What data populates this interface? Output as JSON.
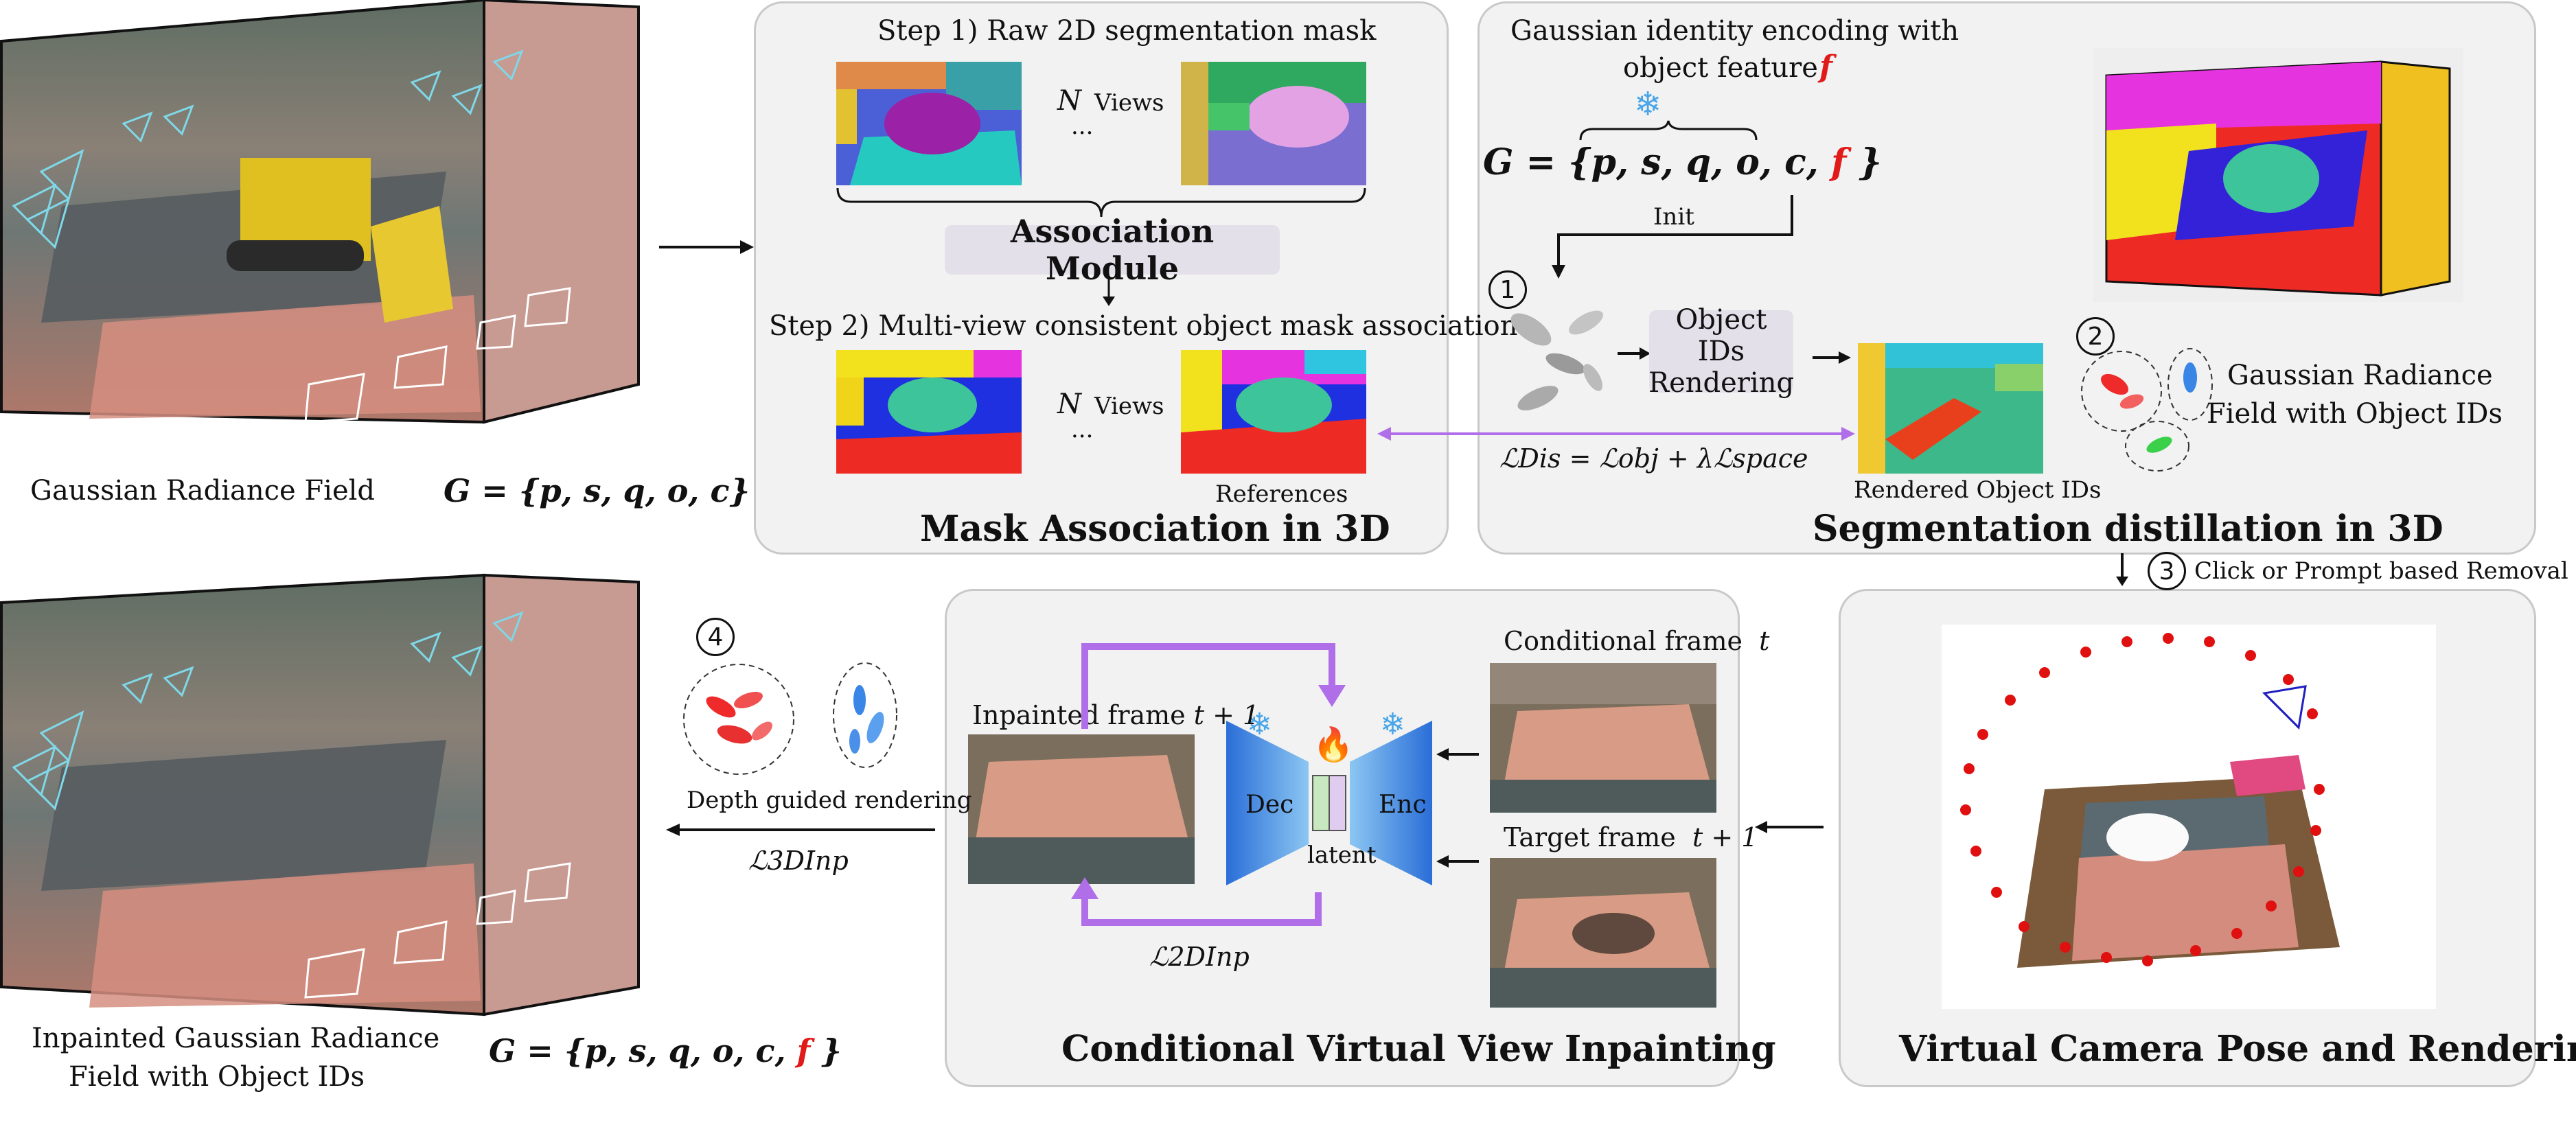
{
  "left_top": {
    "caption": "Gaussian Radiance Field",
    "formula": "G = {p, s, q, o, c}"
  },
  "left_bottom": {
    "caption_line1": "Inpainted Gaussian Radiance",
    "caption_line2": "Field with Object IDs",
    "formula_prefix": "G = {p, s, q, o, c, ",
    "formula_f": "f",
    "formula_suffix": " }"
  },
  "mask_panel": {
    "step1": "Step 1) Raw 2D segmentation mask",
    "n_views": "N",
    "views_word": "Views",
    "ellipsis": "···",
    "association_module": "Association Module",
    "step2": "Step 2) Multi-view consistent object mask association",
    "references": "References",
    "title": "Mask Association in 3D"
  },
  "seg_panel": {
    "encoding_line1": "Gaussian identity encoding with",
    "encoding_line2": "object feature",
    "f": "f",
    "g_formula": "G = {p, s, q, o, c, ",
    "g_f": "f",
    "g_close": " }",
    "init": "Init",
    "step1_num": "1",
    "object_ids_line1": "Object IDs",
    "object_ids_line2": "Rendering",
    "loss_dis": "ℒDis = ℒobj + λℒspace",
    "rendered_ids": "Rendered Object IDs",
    "step2_num": "2",
    "grf_line1": "Gaussian Radiance",
    "grf_line2": "Field with Object IDs",
    "title": "Segmentation distillation in 3D"
  },
  "step3": {
    "num": "3",
    "label": "Click or Prompt based Removal"
  },
  "camera_panel": {
    "title": "Virtual Camera Pose and Rendering"
  },
  "inpaint_panel": {
    "conditional_frame": "Conditional frame",
    "cond_t": "t",
    "target_frame": "Target frame",
    "target_t": "t + 1",
    "inpainted_frame": "Inpainted frame",
    "inpainted_t": "t + 1",
    "dec": "Dec",
    "enc": "Enc",
    "latent": "latent",
    "loss_2d": "ℒ2DInp",
    "title": "Conditional Virtual View Inpainting"
  },
  "step4": {
    "num": "4",
    "depth_label": "Depth guided rendering",
    "loss_3d": "ℒ3DInp"
  },
  "colors": {
    "panel_bg": "#f2f2f2",
    "module_box": "#e3e0ea",
    "arrow_purple": "#b06ee8",
    "red_accent": "#e11a1a",
    "snow_blue": "#4aa6e8"
  }
}
